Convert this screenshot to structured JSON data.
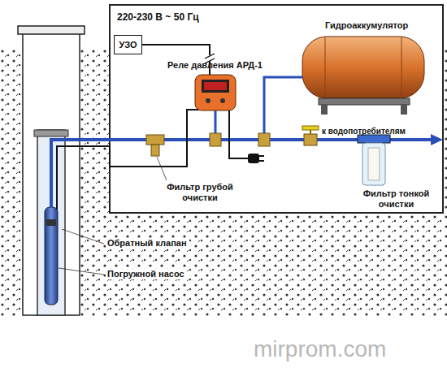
{
  "diagram": {
    "nodes": [
      {
        "text": [
          "УЗО"
        ]
      }
    ],
    "labels": [
      "220-230 В ~ 50 Гц",
      "Реле давления АРД-1",
      "Гидроаккумулятор",
      "к водопотребителям",
      "Фильтр грубой очистки",
      "Фильтр тонкой очистки",
      "Обратный клапан",
      "Погружной насос",
      "mirprom.com"
    ]
  }
}
